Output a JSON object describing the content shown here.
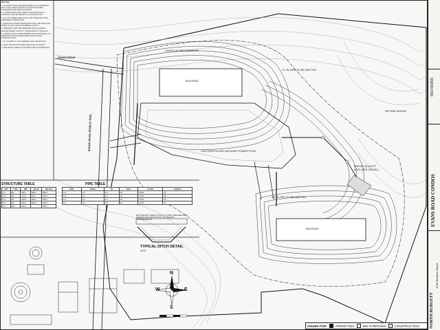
{
  "sheet": {
    "project_title": "EVANS ROAD CONDOS",
    "firm_name": "NORTH BURGETT",
    "firm_address": "1545 Madison Street",
    "revisions_label": "REVISIONS"
  },
  "labels": {
    "shaw_drive": "SHAW DRIVE",
    "evans_road": "EVANS ROAD (PUBLIC R/W)",
    "structure_table": "STRUCTURE TABLE",
    "pipe_table": "PIPE TABLE",
    "typical_ditch": "TYPICAL DITCH DETAIL",
    "typical_ditch_sub": "NTS",
    "bottom_note": "BOTTOM AND SIDES OF DITCH TO BE STABILIZED WITH SEEDING/SOD OR MATTING TO PREVENT PROGRESSIONS",
    "notes_title": "NOTES:",
    "slope_note_1": "2:1 SLOPE TO BE MATTED",
    "slope_note_2": "2:1 SLOPE TO BE MATTED",
    "riprap": "RIP RAP APRON",
    "water_quality": "WATER QUALITY UNIT (SEE DETAIL)",
    "caution": "CAUTION FILLING AROUND POWER POLE",
    "limits": "LIMITS OF DISTURBANCE",
    "building_a": "BUILDING",
    "building_b": "BUILDING",
    "compass_n": "N",
    "compass_s": "S",
    "compass_e": "E",
    "compass_w": "W"
  },
  "notes": [
    "1. ALL WORK SHALL BE PERFORMED IN ACCORDANCE WITH THE LATEST EDITION OF THE APPLICABLE STANDARDS AND SPECIFICATIONS.",
    "2. CONTRACTOR SHALL VERIFY LOCATION OF ALL EXISTING UTILITIES PRIOR TO CONSTRUCTION.",
    "3. ALL DISTURBED AREAS SHALL BE STABILIZED WITH PERMANENT VEGETATION.",
    "4. EROSION CONTROL MEASURES SHALL BE INSTALLED PRIOR TO ANY LAND DISTURBING ACTIVITY.",
    "5. SEDIMENT SHALL BE REMOVED FROM CONTROL DEVICES WHEN CAPACITY IS REDUCED BY ONE HALF.",
    "6. CONTRACTOR IS RESPONSIBLE FOR MAINTAINING ALL EROSION CONTROL MEASURES THROUGHOUT CONSTRUCTION.",
    "7. ALL SLOPES 3:1 OR STEEPER SHALL BE MATTED.",
    "8. INLET PROTECTION REQUIRED FOR ALL INLETS.",
    "9. SEE DETAIL SHEETS FOR ADDITIONAL INFORMATION."
  ],
  "structure_table": {
    "headers": [
      "STR",
      "TYPE",
      "RIM",
      "INV IN",
      "INV OUT"
    ],
    "rows": [
      [
        "S-1",
        "MH",
        "602.1",
        "596.2",
        "596.0"
      ],
      [
        "S-2",
        "CB",
        "601.5",
        "597.1",
        "596.9"
      ],
      [
        "S-3",
        "CB",
        "600.8",
        "596.4",
        "596.2"
      ],
      [
        "S-4",
        "MH",
        "599.7",
        "594.8",
        "594.6"
      ],
      [
        "S-5",
        "FES",
        "594.0",
        "--",
        "593.5"
      ]
    ]
  },
  "pipe_table": {
    "headers": [
      "PIPE",
      "FROM",
      "TO",
      "SIZE",
      "SLOPE",
      "LENGTH"
    ],
    "rows": [
      [
        "P-1",
        "S-1",
        "S-2",
        "15\"",
        "0.50%",
        "42'"
      ],
      [
        "P-2",
        "S-2",
        "S-3",
        "15\"",
        "0.75%",
        "38'"
      ],
      [
        "P-3",
        "S-3",
        "S-4",
        "18\"",
        "1.00%",
        "56'"
      ],
      [
        "P-4",
        "S-4",
        "S-5",
        "18\"",
        "1.20%",
        "64'"
      ]
    ]
  },
  "status_bar": {
    "issued_for": "ISSUED FOR:",
    "permitting": "PERMITTING",
    "bid": "BID PURPOSES",
    "construction": "CONSTRUCTION",
    "permitting_checked": true
  }
}
